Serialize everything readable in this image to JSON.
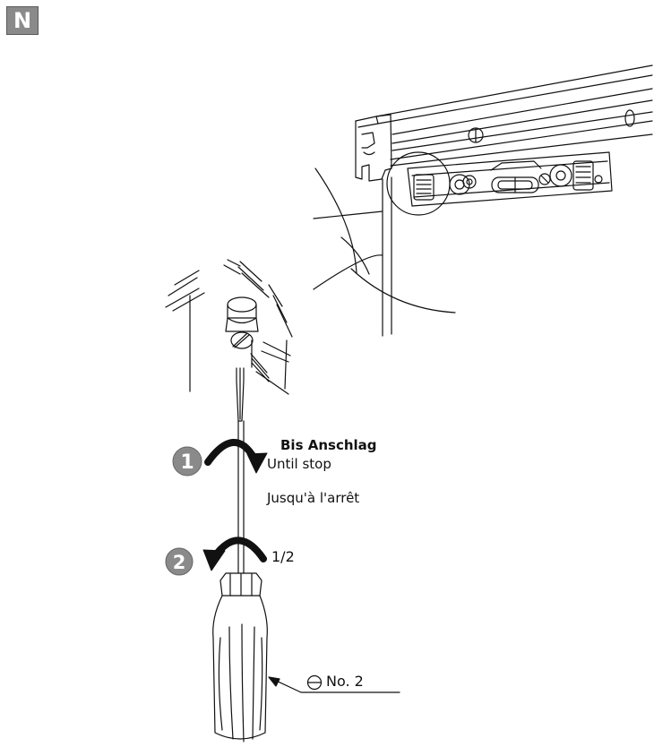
{
  "badge": "N",
  "steps": [
    {
      "number": "1",
      "label_de": "Bis Anschlag",
      "label_en": "Until stop",
      "label_fr": "Jusqu'à l'arrêt"
    },
    {
      "number": "2",
      "amount": "1/2"
    }
  ],
  "tool": {
    "label": "No. 2",
    "icon": "slotted-screw-icon"
  },
  "colors": {
    "line": "#111111",
    "badge_bg": "#8a8a8a",
    "step_circle": "#8a8a8a"
  }
}
